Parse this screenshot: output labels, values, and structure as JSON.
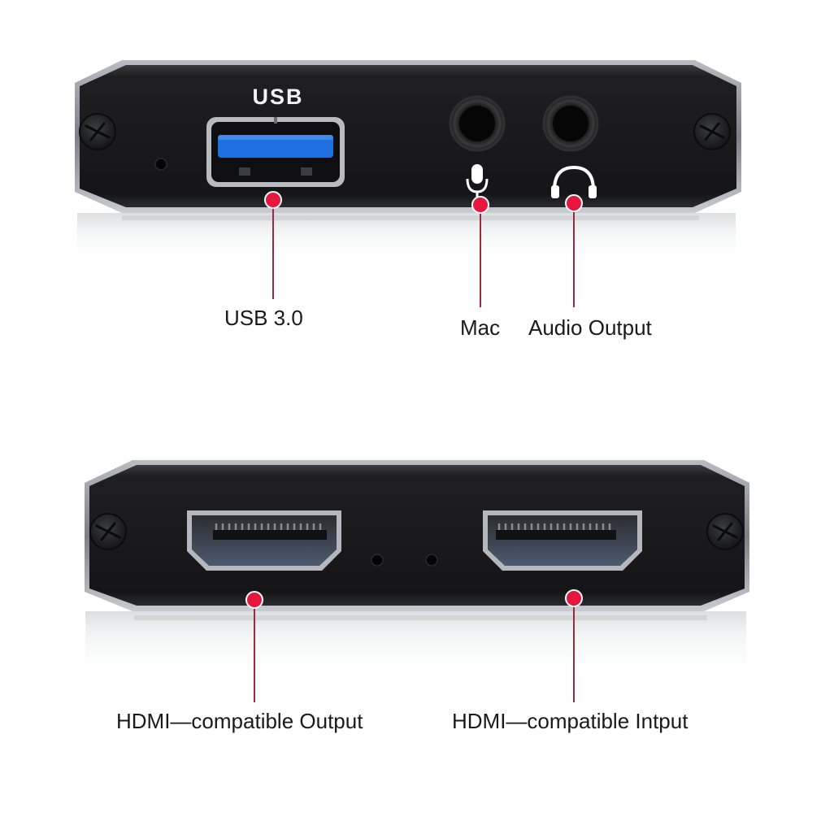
{
  "top_panel": {
    "usb_port_marking": "USB"
  },
  "callouts": {
    "usb": "USB 3.0",
    "mic": "Mac",
    "audio": "Audio Output",
    "hdmi_out": "HDMI—compatible Output",
    "hdmi_in": "HDMI—compatible Intput"
  },
  "colors": {
    "device_body": "#1c1c1e",
    "device_edge": "#8a8e94",
    "usb_tongue": "#1e6fe0",
    "callout_dot": "#e5173f",
    "callout_line": "#9a2a3c",
    "label_text": "#1a1a1a"
  },
  "icons": {
    "mic_jack": "microphone-icon",
    "audio_jack": "headphones-icon"
  }
}
